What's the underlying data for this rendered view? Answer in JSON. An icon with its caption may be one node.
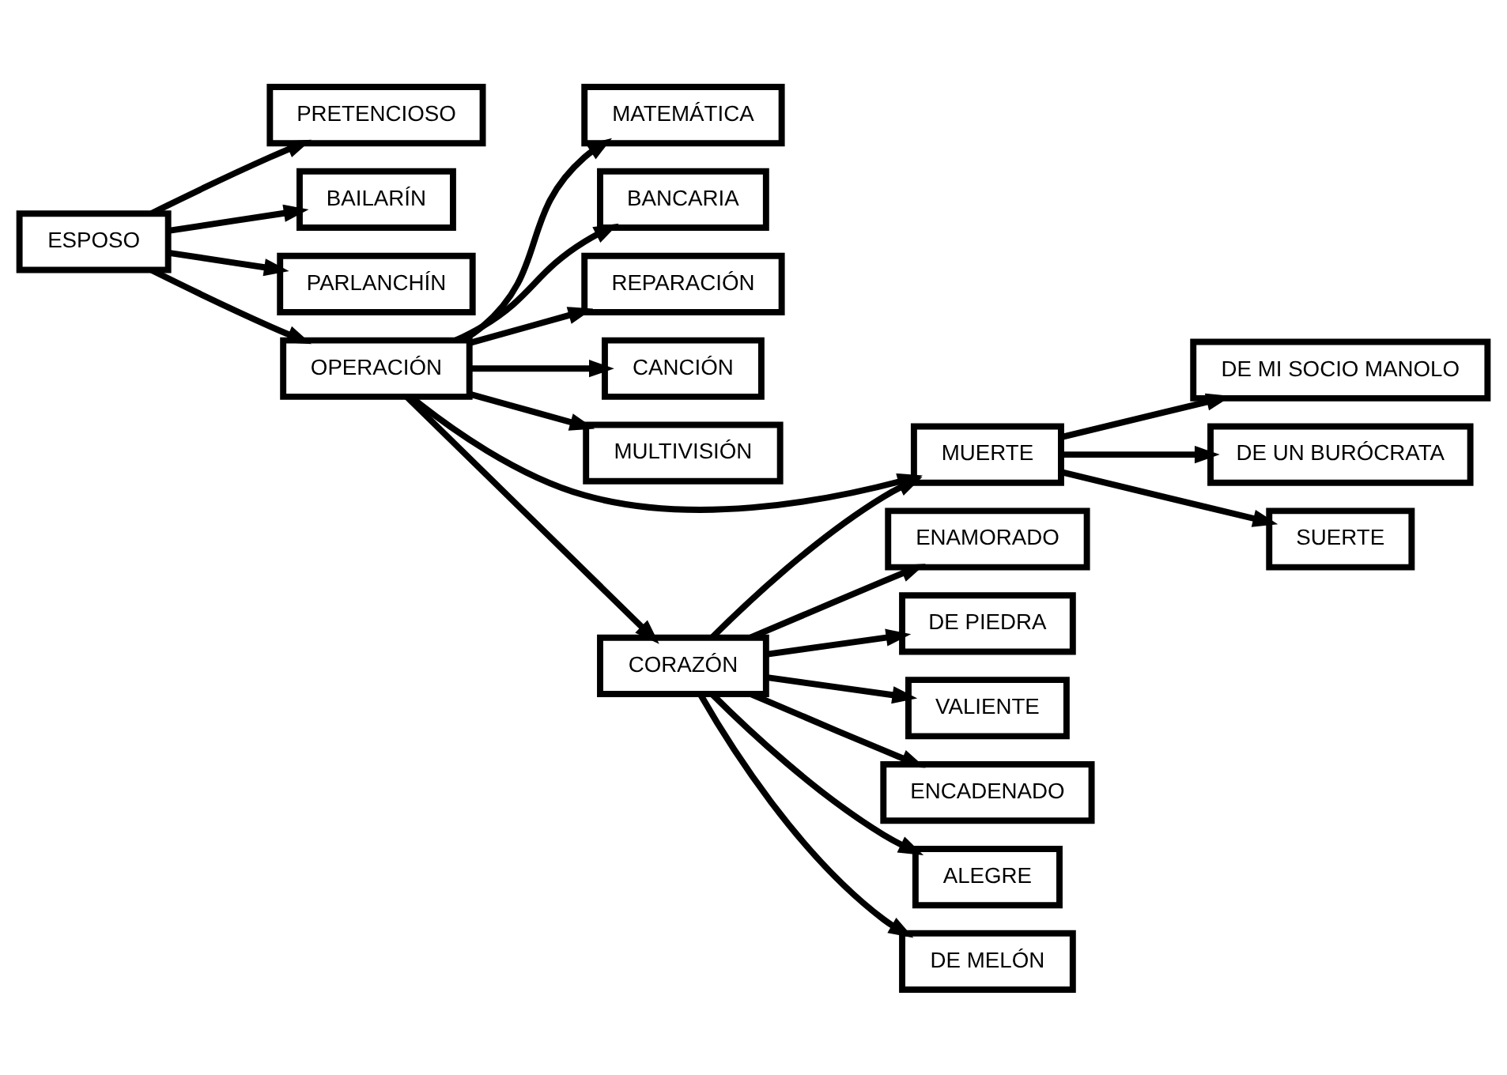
{
  "diagram": {
    "nodes": [
      {
        "text": [
          "ESPOSO"
        ]
      },
      {
        "text": [
          "PRETENCIOSO"
        ]
      },
      {
        "text": [
          "BAILARÍN"
        ]
      },
      {
        "text": [
          "PARLANCHÍN"
        ]
      },
      {
        "text": [
          "OPERACIÓN"
        ]
      },
      {
        "text": [
          "MATEMÁTICA"
        ]
      },
      {
        "text": [
          "BANCARIA"
        ]
      },
      {
        "text": [
          "REPARACIÓN"
        ]
      },
      {
        "text": [
          "CANCIÓN"
        ]
      },
      {
        "text": [
          "MULTIVISIÓN"
        ]
      },
      {
        "text": [
          "MUERTE"
        ]
      },
      {
        "text": [
          "DE MI SOCIO MANOLO"
        ]
      },
      {
        "text": [
          "DE UN BURÓCRATA"
        ]
      },
      {
        "text": [
          "SUERTE"
        ]
      },
      {
        "text": [
          "CORAZÓN"
        ]
      },
      {
        "text": [
          "ENAMORADO"
        ]
      },
      {
        "text": [
          "DE PIEDRA"
        ]
      },
      {
        "text": [
          "VALIENTE"
        ]
      },
      {
        "text": [
          "ENCADENADO"
        ]
      },
      {
        "text": [
          "ALEGRE"
        ]
      },
      {
        "text": [
          "DE MELÓN"
        ]
      }
    ],
    "edges": [
      {
        "from": 0,
        "to": 1,
        "arrow": "to"
      },
      {
        "from": 0,
        "to": 2,
        "arrow": "to"
      },
      {
        "from": 0,
        "to": 3,
        "arrow": "to"
      },
      {
        "from": 0,
        "to": 4,
        "arrow": "to"
      },
      {
        "from": 4,
        "to": 5,
        "arrow": "to"
      },
      {
        "from": 4,
        "to": 6,
        "arrow": "to"
      },
      {
        "from": 4,
        "to": 7,
        "arrow": "to"
      },
      {
        "from": 4,
        "to": 8,
        "arrow": "to"
      },
      {
        "from": 4,
        "to": 9,
        "arrow": "to"
      },
      {
        "from": 4,
        "to": 10,
        "arrow": "to"
      },
      {
        "from": 4,
        "to": 14,
        "arrow": "to"
      },
      {
        "from": 14,
        "to": 10,
        "arrow": "to"
      },
      {
        "from": 10,
        "to": 11,
        "arrow": "to"
      },
      {
        "from": 10,
        "to": 12,
        "arrow": "to"
      },
      {
        "from": 10,
        "to": 13,
        "arrow": "to"
      },
      {
        "from": 14,
        "to": 15,
        "arrow": "to"
      },
      {
        "from": 14,
        "to": 16,
        "arrow": "to"
      },
      {
        "from": 14,
        "to": 17,
        "arrow": "to"
      },
      {
        "from": 14,
        "to": 18,
        "arrow": "to"
      },
      {
        "from": 14,
        "to": 19,
        "arrow": "to"
      },
      {
        "from": 14,
        "to": 20,
        "arrow": "to"
      }
    ]
  }
}
